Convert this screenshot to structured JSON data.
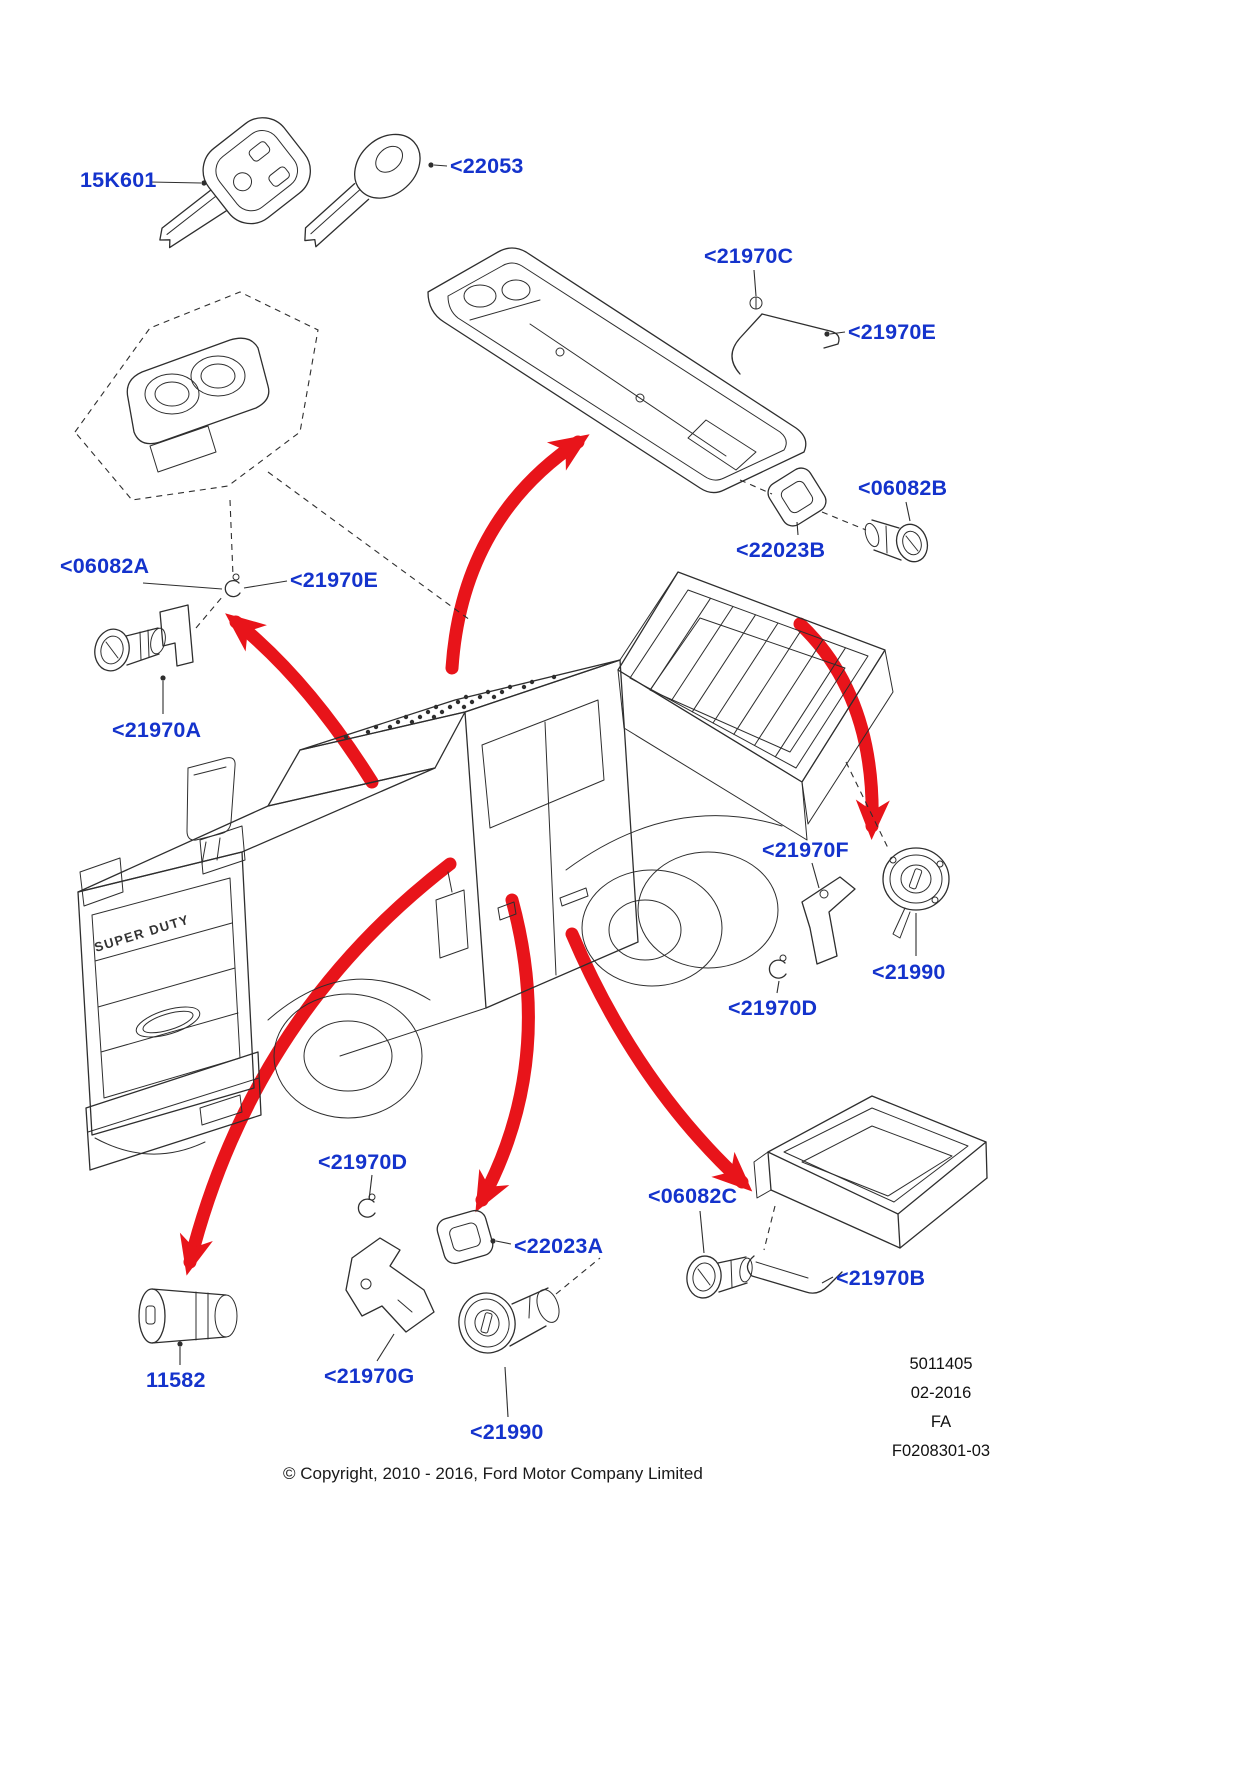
{
  "diagram": {
    "title_badge": "SUPER DUTY",
    "labels": [
      {
        "name": "15K601",
        "text": "15K601"
      },
      {
        "name": "22053",
        "text": "<22053"
      },
      {
        "name": "21970C",
        "text": "<21970C"
      },
      {
        "name": "21970E-upper",
        "text": "<21970E"
      },
      {
        "name": "06082B",
        "text": "<06082B"
      },
      {
        "name": "22023B",
        "text": "<22023B"
      },
      {
        "name": "06082A",
        "text": "<06082A"
      },
      {
        "name": "21970E-left",
        "text": "<21970E"
      },
      {
        "name": "21970A",
        "text": "<21970A"
      },
      {
        "name": "21970F",
        "text": "<21970F"
      },
      {
        "name": "21990-right",
        "text": "<21990"
      },
      {
        "name": "21970D-right",
        "text": "<21970D"
      },
      {
        "name": "21970D-lower",
        "text": "<21970D"
      },
      {
        "name": "22023A",
        "text": "<22023A"
      },
      {
        "name": "06082C",
        "text": "<06082C"
      },
      {
        "name": "21970B",
        "text": "<21970B"
      },
      {
        "name": "11582",
        "text": "11582"
      },
      {
        "name": "21970G",
        "text": "<21970G"
      },
      {
        "name": "21990-lower",
        "text": "<21990"
      }
    ],
    "footer": {
      "copyright": "© Copyright, 2010 - 2016, Ford Motor Company Limited",
      "catalog_number": "5011405",
      "date": "02-2016",
      "market": "FA",
      "figure_code": "F0208301-03"
    },
    "colors": {
      "label_blue": "#1433cc",
      "arrow_red": "#e8141a",
      "line_dark": "#2e2e2e"
    }
  }
}
